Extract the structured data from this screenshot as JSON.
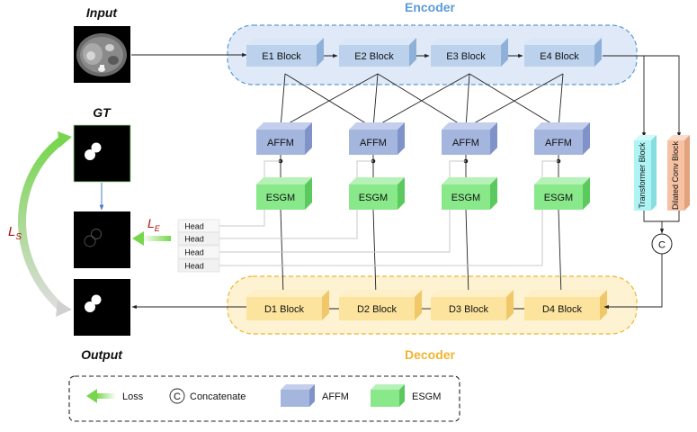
{
  "labels": {
    "input": "Input",
    "gt": "GT",
    "output": "Output",
    "encoder": "Encoder",
    "decoder": "Decoder",
    "ls_main": "L",
    "ls_sub": "S",
    "le_main": "L",
    "le_sub": "E"
  },
  "encoder_blocks": [
    "E1 Block",
    "E2 Block",
    "E3 Block",
    "E4 Block"
  ],
  "affm_blocks": [
    "AFFM",
    "AFFM",
    "AFFM",
    "AFFM"
  ],
  "esgm_blocks": [
    "ESGM",
    "ESGM",
    "ESGM",
    "ESGM"
  ],
  "decoder_blocks": [
    "D1 Block",
    "D2 Block",
    "D3 Block",
    "D4 Block"
  ],
  "heads": [
    "Head",
    "Head",
    "Head",
    "Head"
  ],
  "side": {
    "transformer": "Transformer Block",
    "dilated": "Dilated Conv Block",
    "concat_symbol": "C"
  },
  "legend": {
    "loss": "Loss",
    "concat_symbol": "C",
    "concat": "Concatenate",
    "affm": "AFFM",
    "esgm": "ESGM"
  },
  "colors": {
    "encoder_title": "#5b9bd5",
    "decoder_title": "#f0b430",
    "encoder_face": "#bcd2ec",
    "encoder_top": "#dae7f6",
    "encoder_side": "#8fb0d8",
    "affm_face": "#a4b5de",
    "affm_top": "#c3cfec",
    "affm_side": "#8093c8",
    "esgm_face": "#88e88a",
    "esgm_top": "#b6f2b7",
    "esgm_side": "#5cc95f",
    "decoder_face": "#fde49e",
    "decoder_top": "#feefc6",
    "decoder_side": "#f0c86a",
    "transformer": "#aef4f4",
    "dilated": "#f7c2a4",
    "loss_green": "#78d64e",
    "loss_gray": "#c8c8c8",
    "loss_label": "#b01010"
  }
}
